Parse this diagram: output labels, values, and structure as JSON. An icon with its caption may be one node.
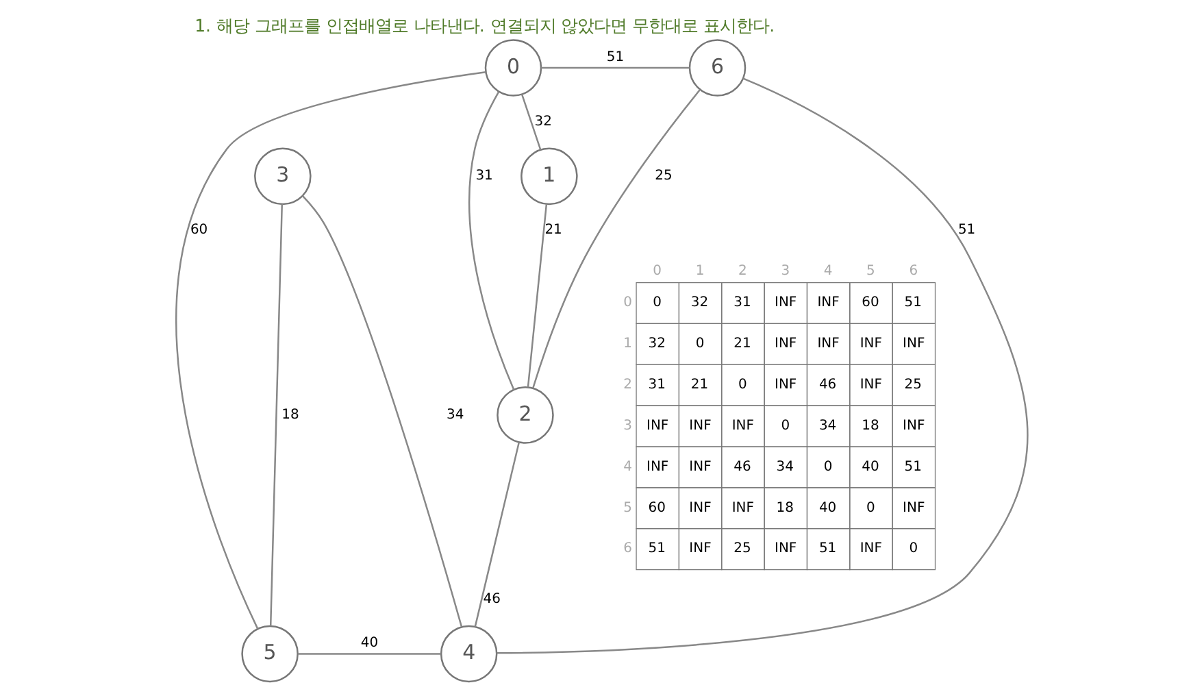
{
  "diagram": {
    "title": "1. 해당 그래프를 인접배열로 나타낸다. 연결되지 않았다면 무한대로 표시한다.",
    "nodes": [
      {
        "text": [
          "0"
        ]
      },
      {
        "text": [
          "6"
        ]
      },
      {
        "text": [
          "2"
        ]
      },
      {
        "text": [
          "1"
        ]
      },
      {
        "text": [
          "3"
        ]
      },
      {
        "text": [
          "5"
        ]
      },
      {
        "text": [
          "4"
        ]
      }
    ],
    "edges": [
      {
        "from": 0,
        "to": 1,
        "arrow": "none",
        "label": "51"
      },
      {
        "from": 0,
        "to": 2,
        "arrow": "none",
        "label": "31"
      },
      {
        "from": 0,
        "to": 3,
        "arrow": "none",
        "label": "32"
      },
      {
        "from": 0,
        "to": 5,
        "arrow": "none",
        "label": "60"
      },
      {
        "from": 1,
        "to": 2,
        "arrow": "none",
        "label": "25"
      },
      {
        "from": 1,
        "to": 6,
        "arrow": "none",
        "label": "51"
      },
      {
        "from": 3,
        "to": 2,
        "arrow": "none",
        "label": "21"
      },
      {
        "from": 2,
        "to": 6,
        "arrow": "none",
        "label": "46"
      },
      {
        "from": 4,
        "to": 5,
        "arrow": "none",
        "label": "18"
      },
      {
        "from": 4,
        "to": 6,
        "arrow": "none",
        "label": "34"
      },
      {
        "from": 5,
        "to": 6,
        "arrow": "none",
        "label": "40"
      }
    ],
    "labels": [
      "0",
      "1",
      "2",
      "3",
      "4",
      "5",
      "6",
      "0",
      "0",
      "32",
      "31",
      "INF",
      "INF",
      "60",
      "51",
      "1",
      "32",
      "0",
      "21",
      "INF",
      "INF",
      "INF",
      "INF",
      "2",
      "31",
      "21",
      "0",
      "INF",
      "46",
      "INF",
      "25",
      "3",
      "INF",
      "INF",
      "INF",
      "0",
      "34",
      "18",
      "INF",
      "4",
      "INF",
      "INF",
      "46",
      "34",
      "0",
      "40",
      "51",
      "5",
      "60",
      "INF",
      "INF",
      "18",
      "40",
      "0",
      "INF",
      "6",
      "51",
      "INF",
      "25",
      "INF",
      "51",
      "INF",
      "0"
    ]
  }
}
